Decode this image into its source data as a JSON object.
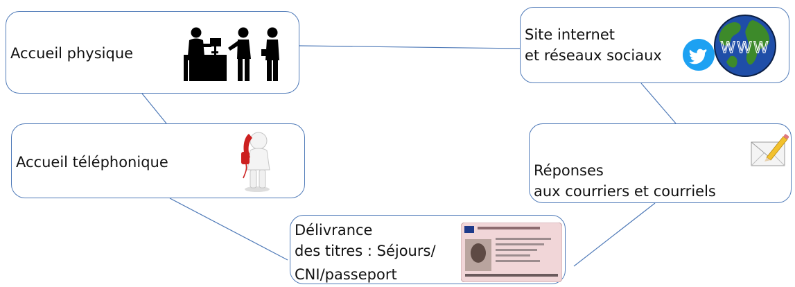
{
  "nodes": {
    "accueil_physique": {
      "label": "Accueil physique",
      "icon": "reception-desk-icon"
    },
    "site_internet": {
      "line1": "Site internet",
      "line2": "et réseaux sociaux",
      "icons": [
        "twitter-icon",
        "globe-www-icon"
      ],
      "globe_text": "WWW"
    },
    "accueil_telephonique": {
      "label": "Accueil téléphonique",
      "icon": "telephone-person-icon"
    },
    "reponses": {
      "line1": "Réponses",
      "line2": "aux courriers et courriels",
      "icon": "envelope-pencil-icon"
    },
    "delivrance": {
      "line1": "Délivrance",
      "line2": "des titres : Séjours/",
      "line3": "CNI/passeport",
      "icon": "id-card-icon"
    }
  },
  "colors": {
    "border": "#4f7ab8",
    "connector": "#4f7ab8",
    "twitter": "#1da1f2",
    "globe_ocean": "#1f4ea8",
    "globe_land": "#3d8a2a"
  }
}
